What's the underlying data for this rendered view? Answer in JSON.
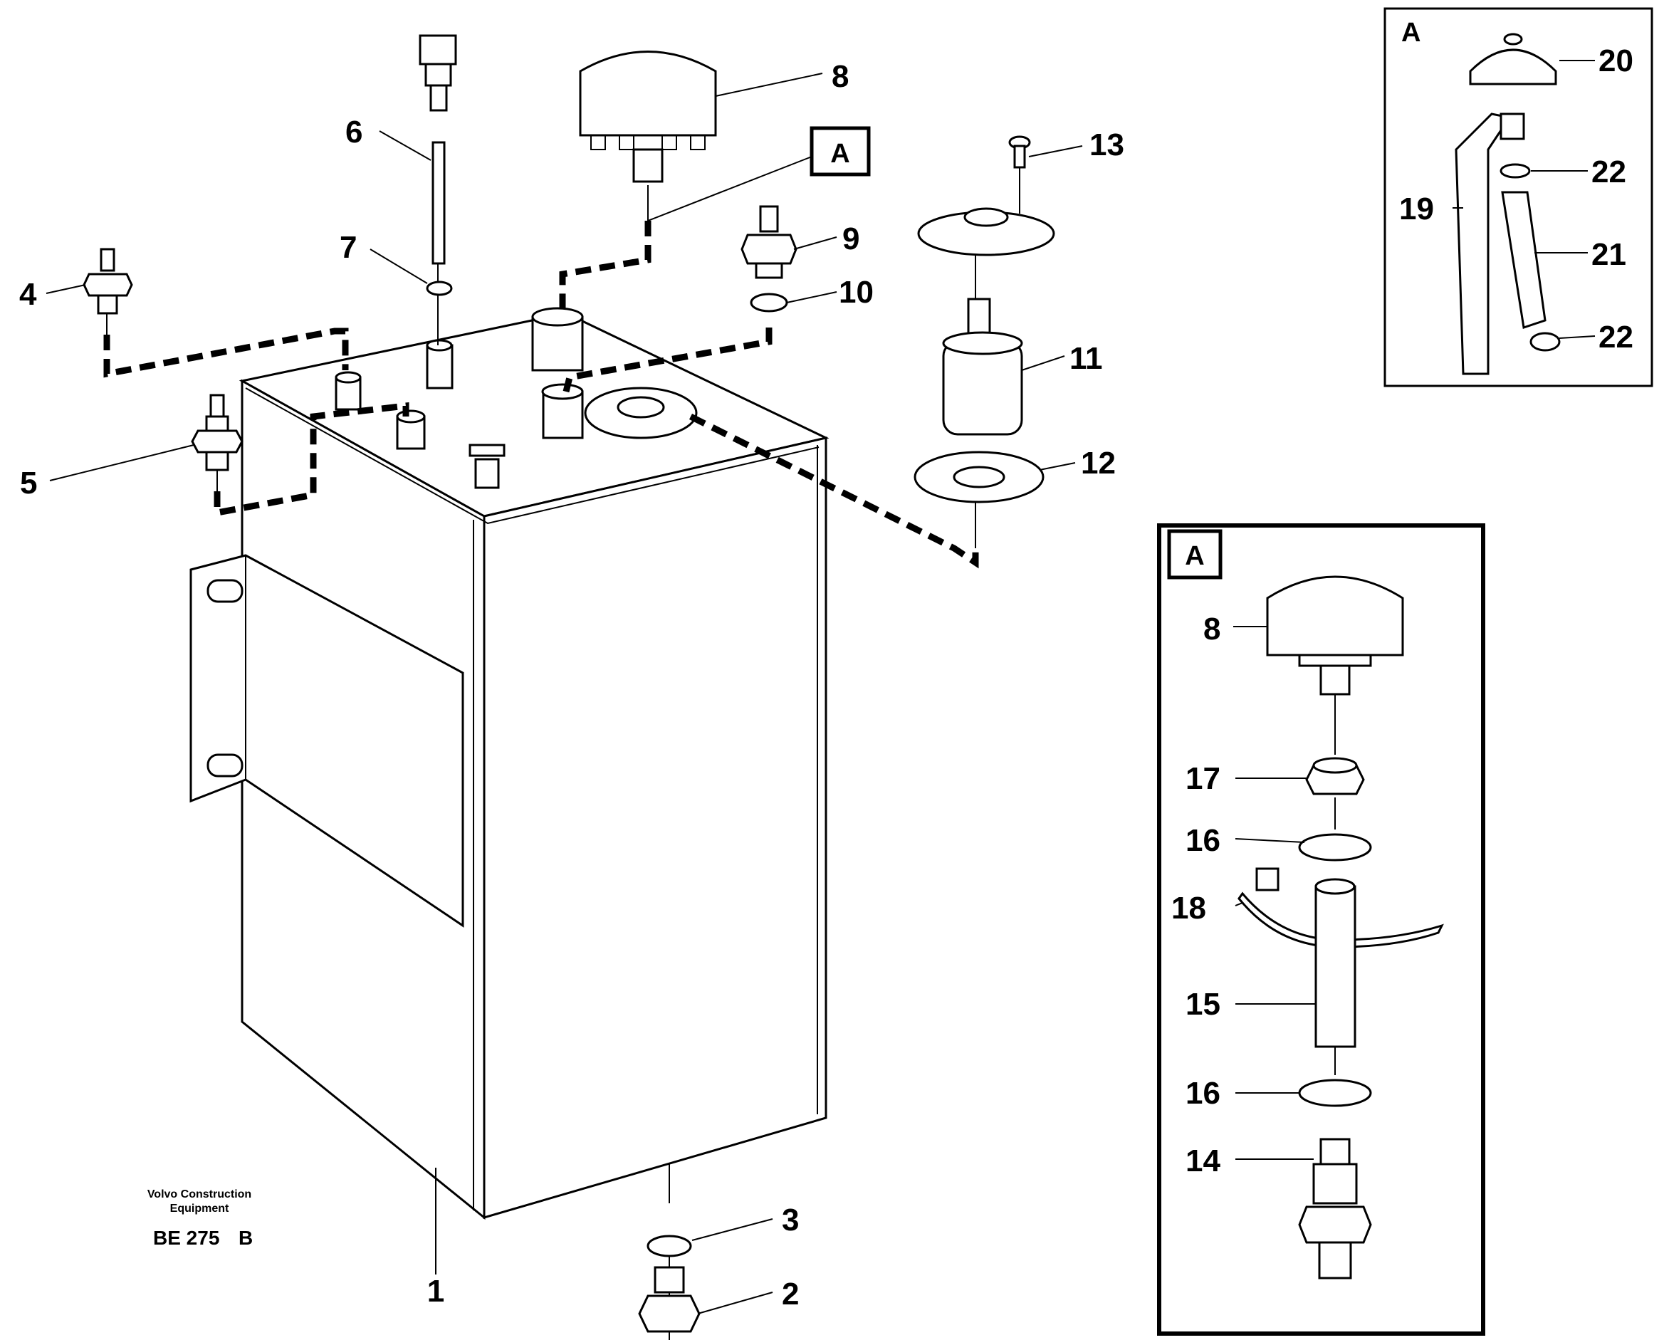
{
  "callouts": {
    "c1": "1",
    "c2": "2",
    "c3": "3",
    "c4": "4",
    "c5": "5",
    "c6": "6",
    "c7": "7",
    "c8": "8",
    "c9": "9",
    "c10": "10",
    "c11": "11",
    "c12": "12",
    "c13": "13",
    "c14": "14",
    "c15": "15",
    "c16a": "16",
    "c16b": "16",
    "c17": "17",
    "c18": "18",
    "c19": "19",
    "c20": "20",
    "c21": "21",
    "c22a": "22",
    "c22b": "22",
    "c8b": "8"
  },
  "view_markers": {
    "main": "A",
    "detail_top": "A",
    "detail_bottom": "A"
  },
  "footer": {
    "company_line1": "Volvo Construction",
    "company_line2": "Equipment",
    "drawing_code": "BE 275",
    "revision": "B"
  }
}
